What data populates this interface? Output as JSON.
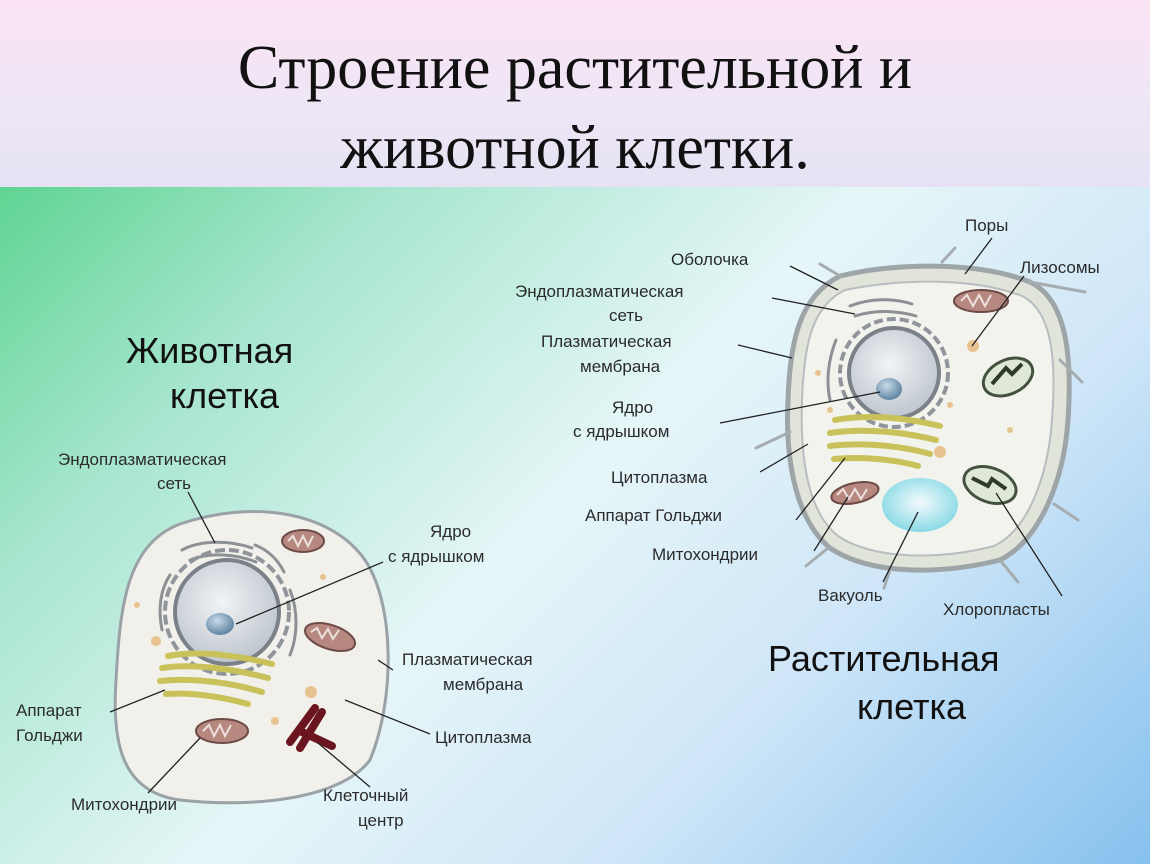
{
  "title": {
    "line1": "Строение растительной и",
    "line2": "животной клетки."
  },
  "animal_cell": {
    "name_line1": "Животная",
    "name_line2": "клетка",
    "labels": {
      "er_line1": "Эндоплазматическая",
      "er_line2": "сеть",
      "nucleus_line1": "Ядро",
      "nucleus_line2": "с ядрышком",
      "membrane_line1": "Плазматическая",
      "membrane_line2": "мембрана",
      "golgi_line1": "Аппарат",
      "golgi_line2": "Гольджи",
      "cytoplasm": "Цитоплазма",
      "mitochondria": "Митохондрии",
      "centrosome_line1": "Клеточный",
      "centrosome_line2": "центр"
    }
  },
  "plant_cell": {
    "name_line1": "Растительная",
    "name_line2": "клетка",
    "labels": {
      "pores": "Поры",
      "wall": "Оболочка",
      "lysosomes": "Лизосомы",
      "er_line1": "Эндоплазматическая",
      "er_line2": "сеть",
      "membrane_line1": "Плазматическая",
      "membrane_line2": "мембрана",
      "nucleus_line1": "Ядро",
      "nucleus_line2": "с ядрышком",
      "cytoplasm": "Цитоплазма",
      "golgi": "Аппарат Гольджи",
      "mitochondria": "Митохондрии",
      "vacuole": "Вакуоль",
      "chloroplasts": "Хлоропласты"
    }
  }
}
